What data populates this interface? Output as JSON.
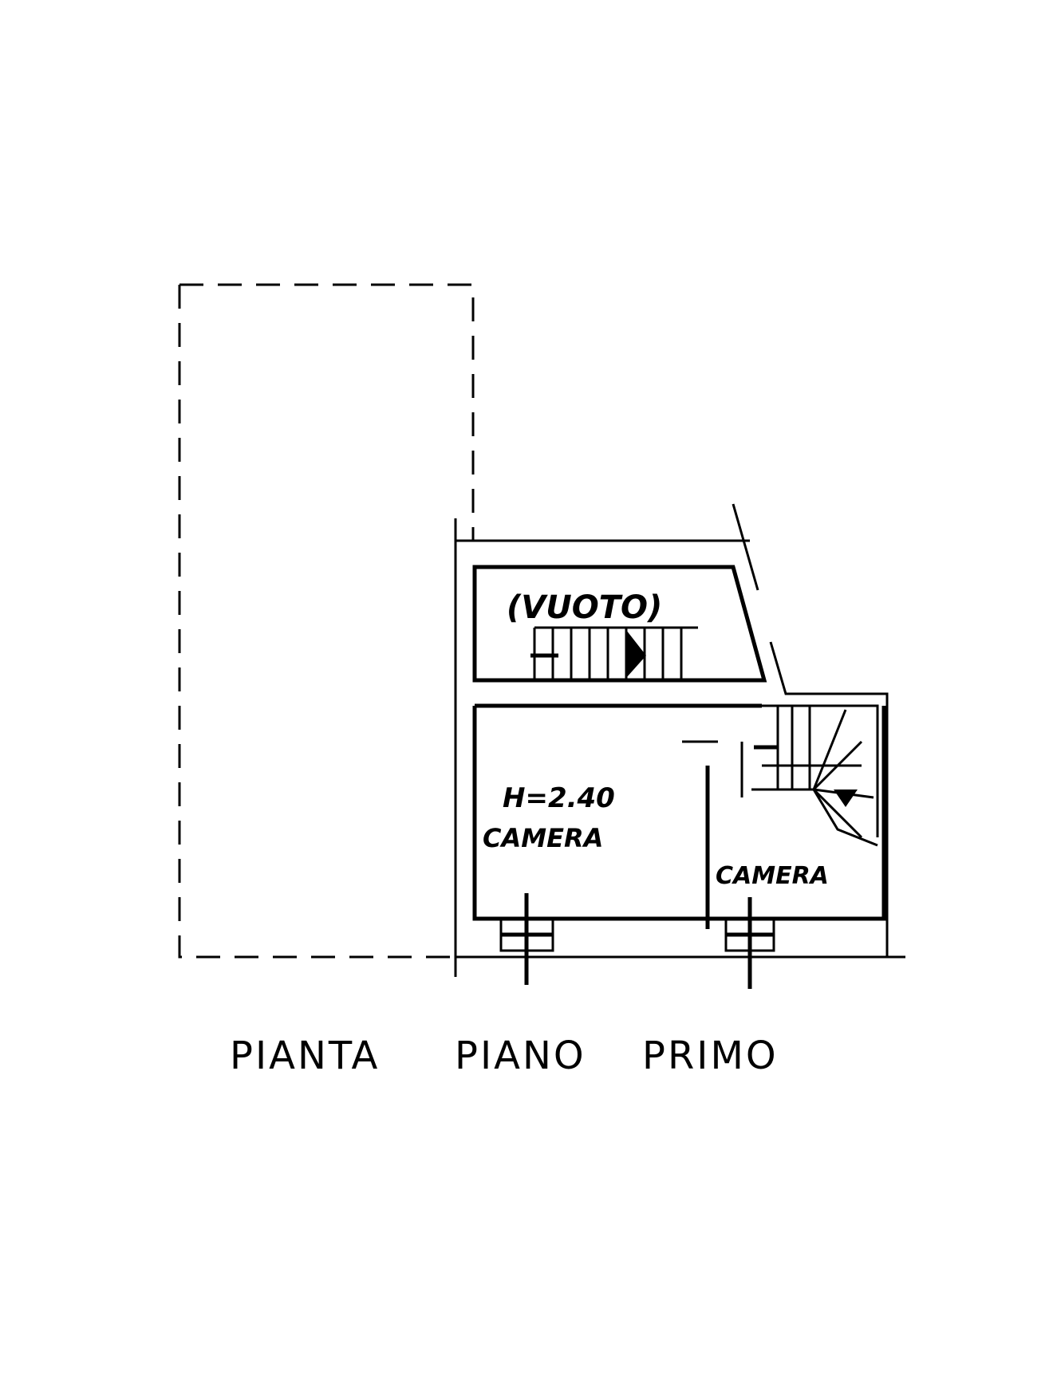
{
  "labels": {
    "void": "(VUOTO)",
    "height": "H=2.40",
    "room_left": "CAMERA",
    "room_right": "CAMERA"
  },
  "title": {
    "word1": "PIANTA",
    "word2": "PIANO",
    "word3": "PRIMO"
  }
}
